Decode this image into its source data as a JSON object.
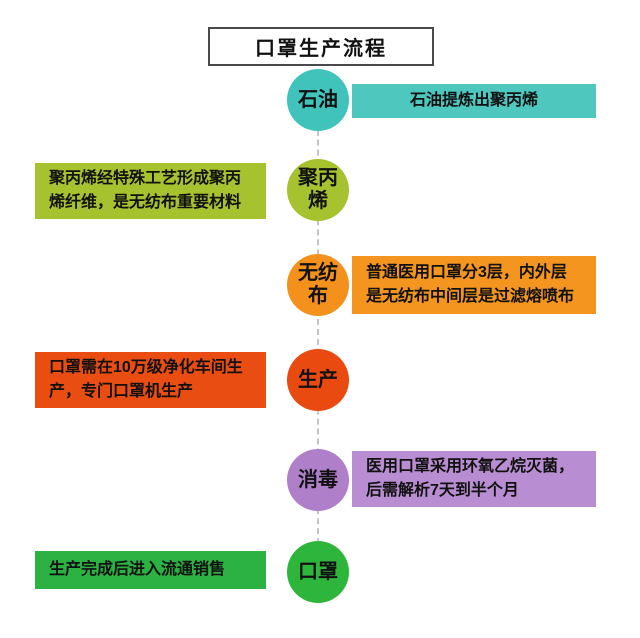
{
  "title": "口罩生产流程",
  "colors": {
    "connector_line": "#c4c4c4",
    "title_border": "#4a4a4a",
    "text": "#111111",
    "background": "#ffffff"
  },
  "steps": [
    {
      "label": "石油",
      "note": "石油提炼出聚丙烯",
      "side": "right",
      "color": "#3fc3ba",
      "note_color": "#4ec7bf"
    },
    {
      "label": "聚丙烯",
      "note": "聚丙烯经特殊工艺形成聚丙烯纤维，是无纺布重要材料",
      "side": "left",
      "color": "#a6c22f",
      "note_color": "#a6c22f"
    },
    {
      "label": "无纺布",
      "note": "普通医用口罩分3层，内外层是无纺布中间层是过滤熔喷布",
      "side": "right",
      "color": "#f4911c",
      "note_color": "#f4951f"
    },
    {
      "label": "生产",
      "note": "口罩需在10万级净化车间生产，专门口罩机生产",
      "side": "left",
      "color": "#e94a10",
      "note_color": "#ea4d12"
    },
    {
      "label": "消毒",
      "note": "医用口罩采用环氧乙烷灭菌，后需解析7天到半个月",
      "side": "right",
      "color": "#af7fc9",
      "note_color": "#b88dd1"
    },
    {
      "label": "口罩",
      "note": "生产完成后进入流通销售",
      "side": "left",
      "color": "#2eb63c",
      "note_color": "#2bb243"
    }
  ]
}
